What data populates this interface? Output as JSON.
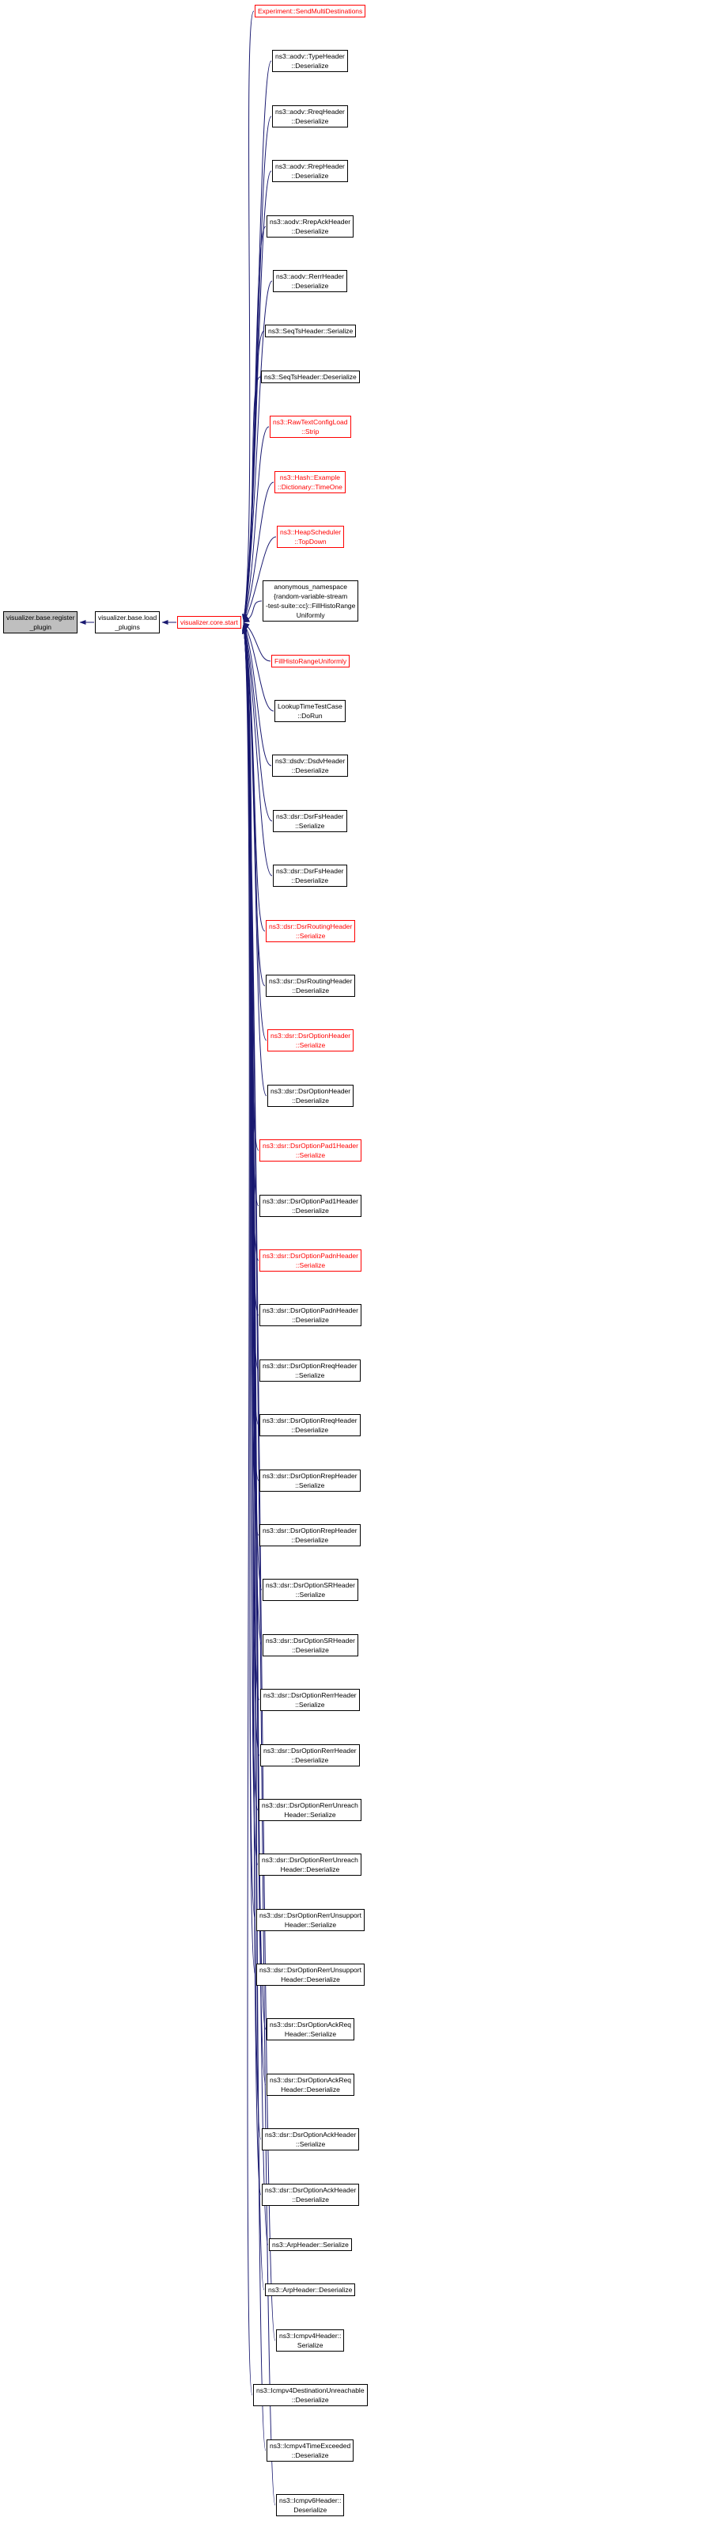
{
  "palette": {
    "background": "#ffffff",
    "edge": "#191970",
    "node_border": "#000000",
    "node_fill": "#ffffff",
    "current_fill": "#bfbfbf",
    "truncated": "#ff0000",
    "text": "#000000"
  },
  "chain": [
    {
      "id": "register-plugin",
      "kind": "current",
      "lines": [
        "visualizer.base.register",
        "_plugin"
      ]
    },
    {
      "id": "load-plugins",
      "kind": "plain",
      "lines": [
        "visualizer.base.load",
        "_plugins"
      ]
    },
    {
      "id": "core-start",
      "kind": "truncated",
      "lines": [
        "visualizer.core.start"
      ]
    }
  ],
  "callers": [
    {
      "kind": "truncated",
      "lines": [
        "Experiment::SendMultiDestinations"
      ]
    },
    {
      "kind": "plain",
      "lines": [
        "ns3::aodv::TypeHeader",
        "::Deserialize"
      ]
    },
    {
      "kind": "plain",
      "lines": [
        "ns3::aodv::RreqHeader",
        "::Deserialize"
      ]
    },
    {
      "kind": "plain",
      "lines": [
        "ns3::aodv::RrepHeader",
        "::Deserialize"
      ]
    },
    {
      "kind": "plain",
      "lines": [
        "ns3::aodv::RrepAckHeader",
        "::Deserialize"
      ]
    },
    {
      "kind": "plain",
      "lines": [
        "ns3::aodv::RerrHeader",
        "::Deserialize"
      ]
    },
    {
      "kind": "plain",
      "lines": [
        "ns3::SeqTsHeader::Serialize"
      ]
    },
    {
      "kind": "plain",
      "lines": [
        "ns3::SeqTsHeader::Deserialize"
      ]
    },
    {
      "kind": "truncated",
      "lines": [
        "ns3::RawTextConfigLoad",
        "::Strip"
      ]
    },
    {
      "kind": "truncated",
      "lines": [
        "ns3::Hash::Example",
        "::Dictionary::TimeOne"
      ]
    },
    {
      "kind": "truncated",
      "lines": [
        "ns3::HeapScheduler",
        "::TopDown"
      ]
    },
    {
      "kind": "plain",
      "lines": [
        "anonymous_namespace",
        "{random-variable-stream",
        "-test-suite::cc}::FillHistoRange",
        "Uniformly"
      ]
    },
    {
      "kind": "truncated",
      "lines": [
        "FillHistoRangeUniformly"
      ]
    },
    {
      "kind": "plain",
      "lines": [
        "LookupTimeTestCase",
        "::DoRun"
      ]
    },
    {
      "kind": "plain",
      "lines": [
        "ns3::dsdv::DsdvHeader",
        "::Deserialize"
      ]
    },
    {
      "kind": "plain",
      "lines": [
        "ns3::dsr::DsrFsHeader",
        "::Serialize"
      ]
    },
    {
      "kind": "plain",
      "lines": [
        "ns3::dsr::DsrFsHeader",
        "::Deserialize"
      ]
    },
    {
      "kind": "truncated",
      "lines": [
        "ns3::dsr::DsrRoutingHeader",
        "::Serialize"
      ]
    },
    {
      "kind": "plain",
      "lines": [
        "ns3::dsr::DsrRoutingHeader",
        "::Deserialize"
      ]
    },
    {
      "kind": "truncated",
      "lines": [
        "ns3::dsr::DsrOptionHeader",
        "::Serialize"
      ]
    },
    {
      "kind": "plain",
      "lines": [
        "ns3::dsr::DsrOptionHeader",
        "::Deserialize"
      ]
    },
    {
      "kind": "truncated",
      "lines": [
        "ns3::dsr::DsrOptionPad1Header",
        "::Serialize"
      ]
    },
    {
      "kind": "plain",
      "lines": [
        "ns3::dsr::DsrOptionPad1Header",
        "::Deserialize"
      ]
    },
    {
      "kind": "truncated",
      "lines": [
        "ns3::dsr::DsrOptionPadnHeader",
        "::Serialize"
      ]
    },
    {
      "kind": "plain",
      "lines": [
        "ns3::dsr::DsrOptionPadnHeader",
        "::Deserialize"
      ]
    },
    {
      "kind": "plain",
      "lines": [
        "ns3::dsr::DsrOptionRreqHeader",
        "::Serialize"
      ]
    },
    {
      "kind": "plain",
      "lines": [
        "ns3::dsr::DsrOptionRreqHeader",
        "::Deserialize"
      ]
    },
    {
      "kind": "plain",
      "lines": [
        "ns3::dsr::DsrOptionRrepHeader",
        "::Serialize"
      ]
    },
    {
      "kind": "plain",
      "lines": [
        "ns3::dsr::DsrOptionRrepHeader",
        "::Deserialize"
      ]
    },
    {
      "kind": "plain",
      "lines": [
        "ns3::dsr::DsrOptionSRHeader",
        "::Serialize"
      ]
    },
    {
      "kind": "plain",
      "lines": [
        "ns3::dsr::DsrOptionSRHeader",
        "::Deserialize"
      ]
    },
    {
      "kind": "plain",
      "lines": [
        "ns3::dsr::DsrOptionRerrHeader",
        "::Serialize"
      ]
    },
    {
      "kind": "plain",
      "lines": [
        "ns3::dsr::DsrOptionRerrHeader",
        "::Deserialize"
      ]
    },
    {
      "kind": "plain",
      "lines": [
        "ns3::dsr::DsrOptionRerrUnreach",
        "Header::Serialize"
      ]
    },
    {
      "kind": "plain",
      "lines": [
        "ns3::dsr::DsrOptionRerrUnreach",
        "Header::Deserialize"
      ]
    },
    {
      "kind": "plain",
      "lines": [
        "ns3::dsr::DsrOptionRerrUnsupport",
        "Header::Serialize"
      ]
    },
    {
      "kind": "plain",
      "lines": [
        "ns3::dsr::DsrOptionRerrUnsupport",
        "Header::Deserialize"
      ]
    },
    {
      "kind": "plain",
      "lines": [
        "ns3::dsr::DsrOptionAckReq",
        "Header::Serialize"
      ]
    },
    {
      "kind": "plain",
      "lines": [
        "ns3::dsr::DsrOptionAckReq",
        "Header::Deserialize"
      ]
    },
    {
      "kind": "plain",
      "lines": [
        "ns3::dsr::DsrOptionAckHeader",
        "::Serialize"
      ]
    },
    {
      "kind": "plain",
      "lines": [
        "ns3::dsr::DsrOptionAckHeader",
        "::Deserialize"
      ]
    },
    {
      "kind": "plain",
      "lines": [
        "ns3::ArpHeader::Serialize"
      ]
    },
    {
      "kind": "plain",
      "lines": [
        "ns3::ArpHeader::Deserialize"
      ]
    },
    {
      "kind": "plain",
      "lines": [
        "ns3::Icmpv4Header::",
        "Serialize"
      ]
    },
    {
      "kind": "plain",
      "lines": [
        "ns3::Icmpv4DestinationUnreachable",
        "::Deserialize"
      ]
    },
    {
      "kind": "plain",
      "lines": [
        "ns3::Icmpv4TimeExceeded",
        "::Deserialize"
      ]
    },
    {
      "kind": "plain",
      "lines": [
        "ns3::Icmpv6Header::",
        "Deserialize"
      ]
    }
  ]
}
